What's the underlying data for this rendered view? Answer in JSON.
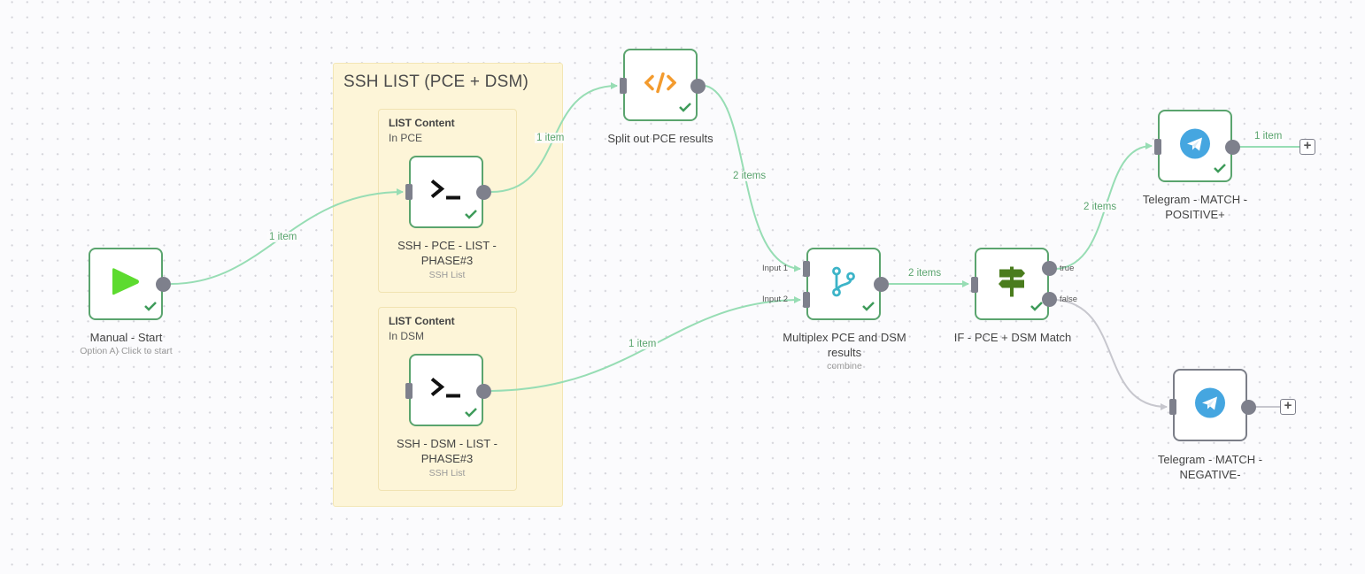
{
  "canvas": {
    "name": "workflow-canvas"
  },
  "colors": {
    "success": "#5aa46e",
    "edge_active": "#97ddb4",
    "edge_inactive": "#c7c7ce",
    "port": "#7e808c",
    "sticky_bg": "#fdf5d8"
  },
  "stickies": {
    "group": {
      "title": "SSH LIST (PCE + DSM)"
    },
    "pce": {
      "title": "LIST Content",
      "desc": "In PCE"
    },
    "dsm": {
      "title": "LIST Content",
      "desc": "In DSM"
    }
  },
  "nodes": {
    "manual_start": {
      "label": "Manual - Start",
      "subtitle": "Option A) Click to start",
      "icon": "play-icon",
      "status": "success"
    },
    "ssh_pce": {
      "label_line1": "SSH - PCE - LIST -",
      "label_line2": "PHASE#3",
      "subtitle": "SSH List",
      "icon": "terminal-icon",
      "status": "success"
    },
    "ssh_dsm": {
      "label_line1": "SSH - DSM - LIST -",
      "label_line2": "PHASE#3",
      "subtitle": "SSH List",
      "icon": "terminal-icon",
      "status": "success"
    },
    "split_out": {
      "label": "Split out PCE results",
      "icon": "code-icon",
      "status": "success"
    },
    "multiplex": {
      "label_line1": "Multiplex PCE and DSM",
      "label_line2": "results",
      "subtitle": "combine",
      "icon": "merge-icon",
      "status": "success",
      "input1": "Input 1",
      "input2": "Input 2"
    },
    "if_match": {
      "label": "IF - PCE + DSM Match",
      "icon": "signpost-icon",
      "status": "success",
      "out_true": "true",
      "out_false": "false"
    },
    "tg_positive": {
      "label_line1": "Telegram - MATCH -",
      "label_line2": "POSITIVE+",
      "icon": "telegram-icon",
      "status": "success"
    },
    "tg_negative": {
      "label_line1": "Telegram - MATCH -",
      "label_line2": "NEGATIVE-",
      "icon": "telegram-icon",
      "status": "inactive"
    }
  },
  "edges": {
    "start_to_pce": "1 item",
    "pce_to_split": "1 item",
    "split_to_multiplex": "2 items",
    "dsm_to_multiplex": "1 item",
    "multiplex_to_if": "2 items",
    "if_to_positive": "2 items",
    "positive_out": "1 item"
  },
  "add_buttons": {
    "symbol": "+"
  }
}
